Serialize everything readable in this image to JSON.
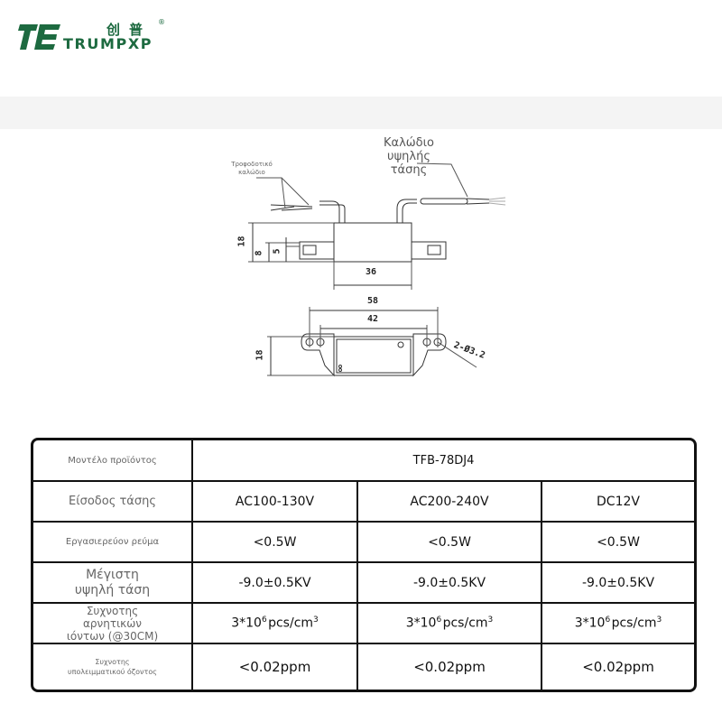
{
  "brand": {
    "mark": "TE",
    "name_cn": "创普",
    "name_en": "TRUMPXP",
    "registered": "®",
    "color": "#1d6a40"
  },
  "drawing": {
    "labels": {
      "high_voltage_cable": "Καλώδιο\nυψηλής\nτάσης",
      "power_cable": "Τροφοδοτικό\nκαλώδιο"
    },
    "dimensions": {
      "side_height": "18",
      "side_mount_height": "8",
      "side_tab_height": "5",
      "side_body_width": "36",
      "top_overall_width": "58",
      "top_hole_spacing": "42",
      "top_height": "18",
      "hole_spec": "2-Ø3.2"
    }
  },
  "table": {
    "rows": [
      {
        "label": "Μοντέλο προϊόντος",
        "values": [
          "TFB-78DJ4"
        ]
      },
      {
        "label": "Είσοδος τάσης",
        "values": [
          "AC100-130V",
          "AC200-240V",
          "DC12V"
        ]
      },
      {
        "label": "Εργασιερεύον ρεύμα",
        "values": [
          "<0.5W",
          "<0.5W",
          "<0.5W"
        ]
      },
      {
        "label": "Μέγιστη\nυψηλή τάση",
        "values": [
          "-9.0±0.5KV",
          "-9.0±0.5KV",
          "-9.0±0.5KV"
        ]
      },
      {
        "label": "Συχνοτης\nαρνητικών\nιόντων (@30CM)",
        "values": [
          {
            "base": "3*10",
            "exp": "6",
            "unit": "pcs/cm",
            "unit_exp": "3"
          },
          {
            "base": "3*10",
            "exp": "6",
            "unit": "pcs/cm",
            "unit_exp": "3"
          },
          {
            "base": "3*10",
            "exp": "6",
            "unit": "pcs/cm",
            "unit_exp": "3"
          }
        ]
      },
      {
        "label": "Συχνοτης\nυπολειμματικού όζοντος",
        "values": [
          "<0.02ppm",
          "<0.02ppm",
          "<0.02ppm"
        ]
      }
    ]
  }
}
